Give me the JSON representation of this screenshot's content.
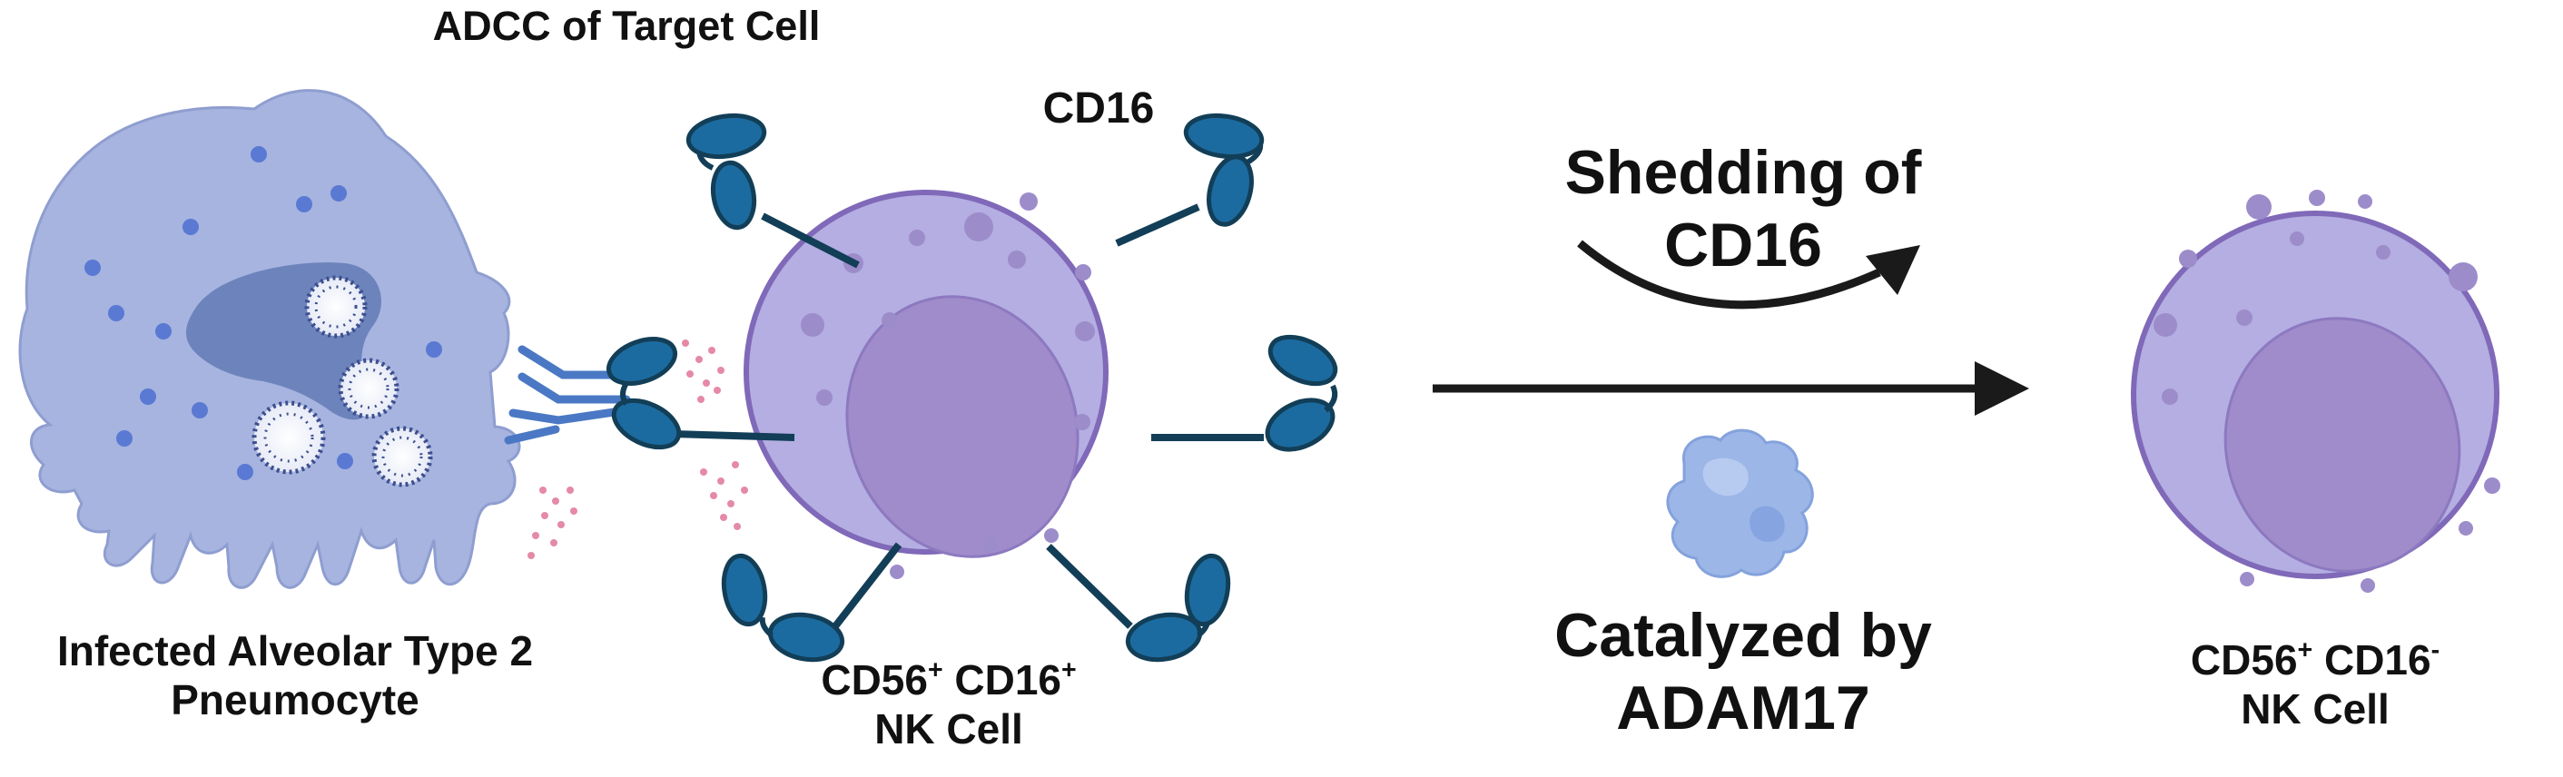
{
  "labels": {
    "adcc_title": "ADCC of Target Cell",
    "cd16": "CD16",
    "infected_line1": "Infected Alveolar Type 2",
    "infected_line2": "Pneumocyte",
    "nk1_base1": "CD56",
    "nk1_sup1": "+",
    "nk1_base2": "CD16",
    "nk1_sup2": "+",
    "nk1_line2": "NK Cell",
    "shedding_line1": "Shedding of",
    "shedding_line2": "CD16",
    "catalyzed_line1": "Catalyzed by",
    "catalyzed_line2": "ADAM17",
    "nk2_base1": "CD56",
    "nk2_sup1": "+",
    "nk2_base2": "CD16",
    "nk2_sup2": "-",
    "nk2_line2": "NK Cell"
  },
  "colors": {
    "target_cell_fill": "#a6b4df",
    "target_cell_stroke": "#8d9ccf",
    "target_nucleus": "#6d83bc",
    "target_dots": "#5a79d3",
    "nk_fill": "#b4aee2",
    "nk_stroke": "#7f69b8",
    "nk_nucleus": "#a08cca",
    "nk_granule": "#9d8cca",
    "receptor_fill": "#1c6ba0",
    "receptor_dark": "#123e57",
    "antibody": "#4a78c4",
    "cytokine_dots": "#e58aa6",
    "arrow": "#1a1a1a",
    "adam17": "#9cb6e8"
  }
}
